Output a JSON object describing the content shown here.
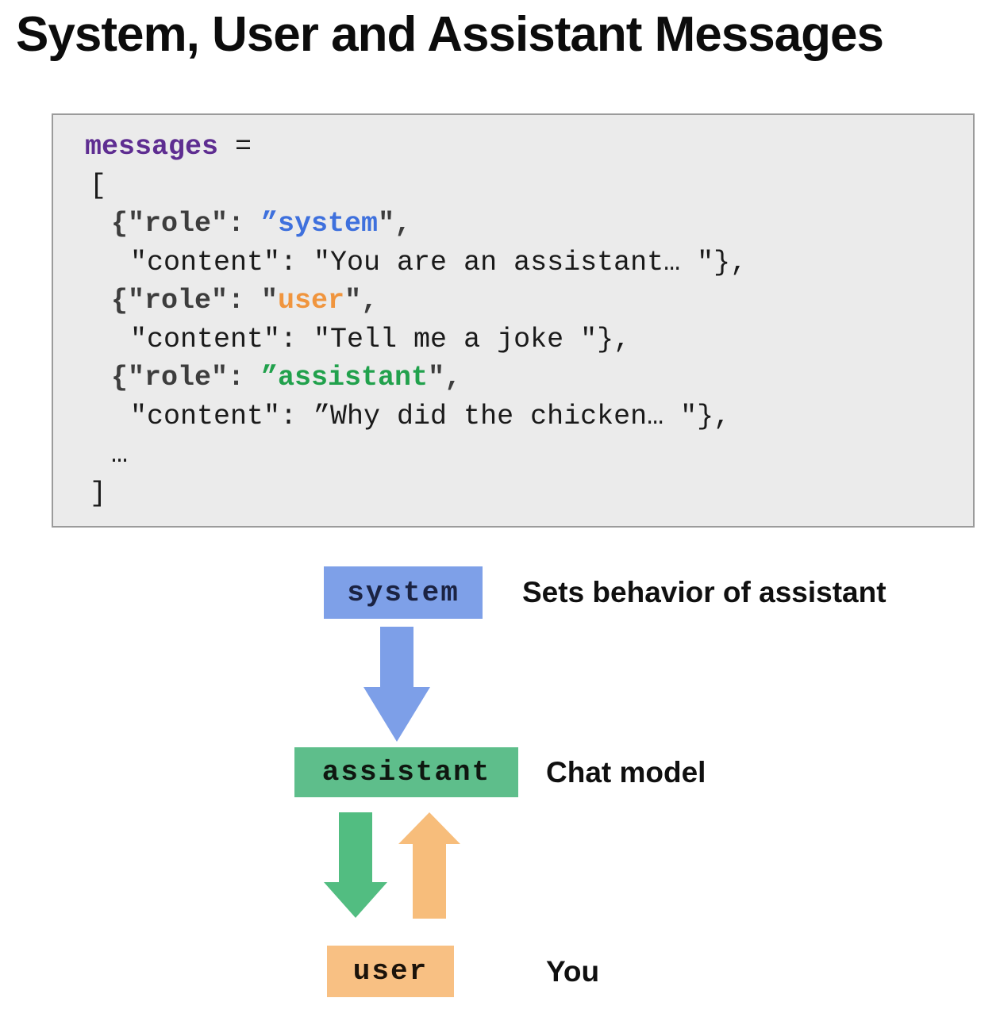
{
  "title": "System, User and Assistant Messages",
  "code": {
    "lines": {
      "l0": {
        "kw": "messages",
        "rest": " ="
      },
      "l1": {
        "t": "["
      },
      "l2": {
        "pre": "{\"role\": ",
        "val": "”system",
        "post": "\","
      },
      "l3": {
        "t": "\"content\": \"You are an assistant… \"},"
      },
      "l4": {
        "pre": "{\"role\": \"",
        "val": "user",
        "post": "\","
      },
      "l5": {
        "t": "\"content\": \"Tell me a joke \"},"
      },
      "l6": {
        "pre": "{\"role\": ",
        "val": "”assistant",
        "post": "\","
      },
      "l7": {
        "t": "\"content\": ”Why did the chicken… \"},"
      },
      "l8": {
        "t": "…"
      },
      "l9": {
        "t": "]"
      }
    },
    "colors": {
      "keyword_purple": "#5e2d91",
      "role_token": "#3d3d3d",
      "system_blue": "#3e70dd",
      "user_orange": "#f0953e",
      "assistant_green": "#21a14c",
      "background": "#ebebeb",
      "border": "#9b9b9b"
    }
  },
  "diagram": {
    "system": {
      "label": "system",
      "description": "Sets behavior of assistant",
      "color": "#7ea0e8"
    },
    "assistant": {
      "label": "assistant",
      "description": "Chat model",
      "color": "#5ebe8b"
    },
    "user": {
      "label": "user",
      "description": "You",
      "color": "#f8c083"
    },
    "arrows": [
      {
        "from": "system",
        "to": "assistant",
        "direction": "down",
        "color": "#7d9fe8"
      },
      {
        "from": "assistant",
        "to": "user",
        "direction": "down",
        "color": "#52bd81"
      },
      {
        "from": "user",
        "to": "assistant",
        "direction": "up",
        "color": "#f7bd7b"
      }
    ]
  }
}
